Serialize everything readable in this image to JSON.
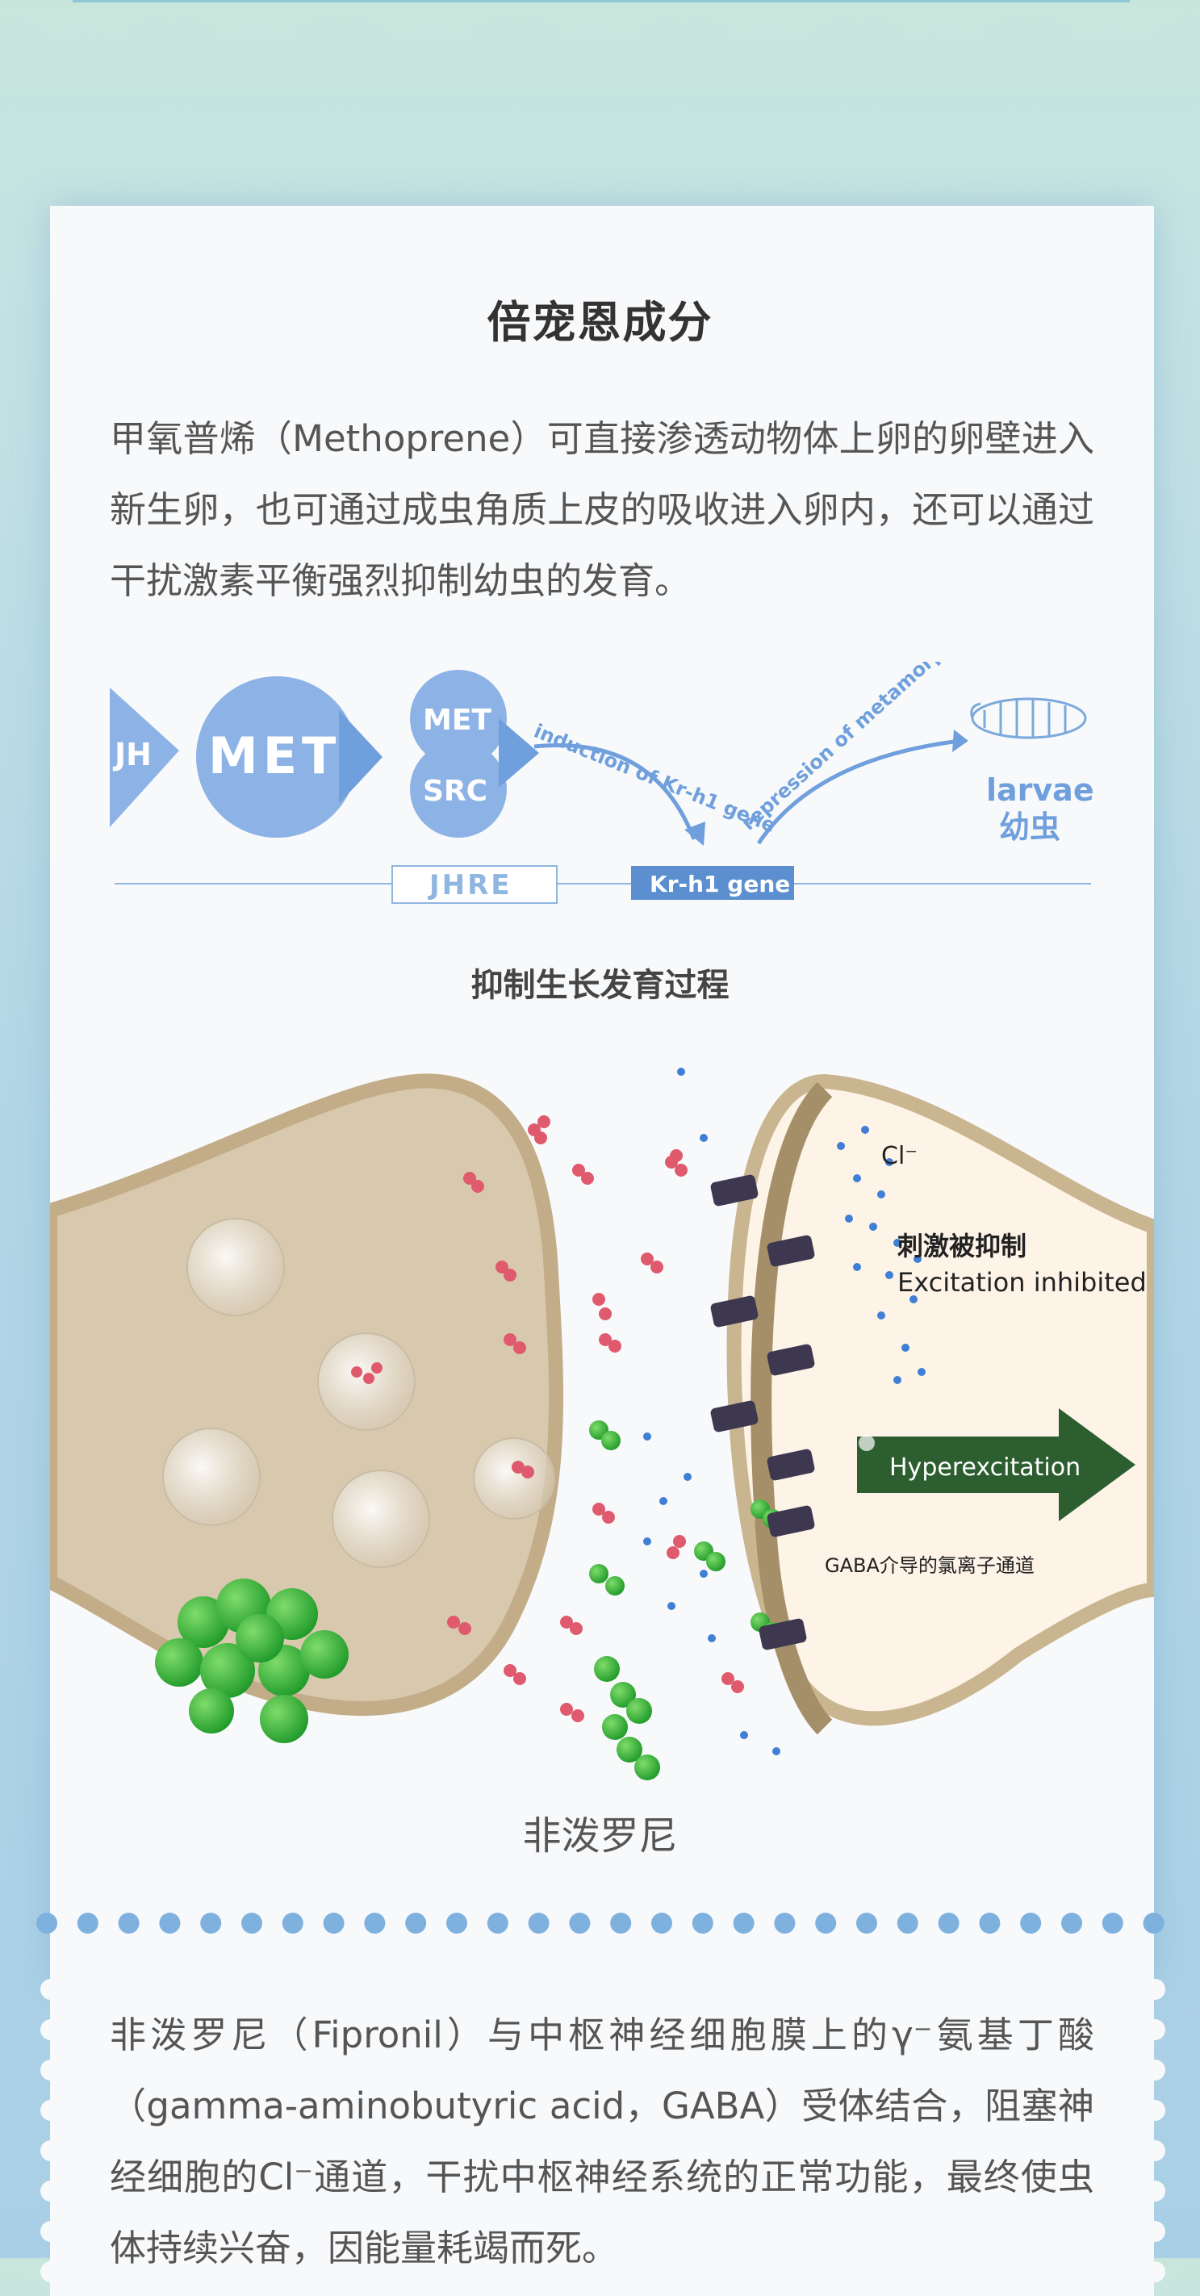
{
  "section": {
    "title": "倍宠恩成分"
  },
  "methoprene": {
    "paragraph": "甲氧普烯（Methoprene）可直接渗透动物体上卵的卵壁进入新生卵，也可通过成虫角质上皮的吸收进入卵内，还可以通过干扰激素平衡强烈抑制幼虫的发育。",
    "diagram": {
      "jh": "JH",
      "met": "MET",
      "met_small": "MET",
      "src": "SRC",
      "arrow1_label": "induction of Kr-h1 gene",
      "arrow2_label": "repression of metamorphosis",
      "larvae_en": "larvae",
      "larvae_cn": "幼虫",
      "jhre": "JHRE",
      "krh1": "Kr-h1 gene"
    },
    "caption": "抑制生长发育过程"
  },
  "fipronil": {
    "diagram": {
      "ion": "Cl⁻",
      "label_cn": "刺激被抑制",
      "label_en": "Excitation inhibited",
      "hyper": "Hyperexcitation",
      "gaba_channel": "GABA介导的氯离子通道"
    },
    "caption": "非泼罗尼",
    "paragraph": "非泼罗尼（Fipronil）与中枢神经细胞膜上的γ⁻氨基丁酸（gamma-aminobutyric acid，GABA）受体结合，阻塞神经细胞的Cl⁻通道，干扰中枢神经系统的正常功能，最终使虫体持续兴奋，因能量耗竭而死。"
  },
  "colors": {
    "accent_blue": "#7ba9dc",
    "dark_blue": "#5b8fd0",
    "arrow_green": "#2d5e30",
    "neuron": "#d6c7ac"
  }
}
